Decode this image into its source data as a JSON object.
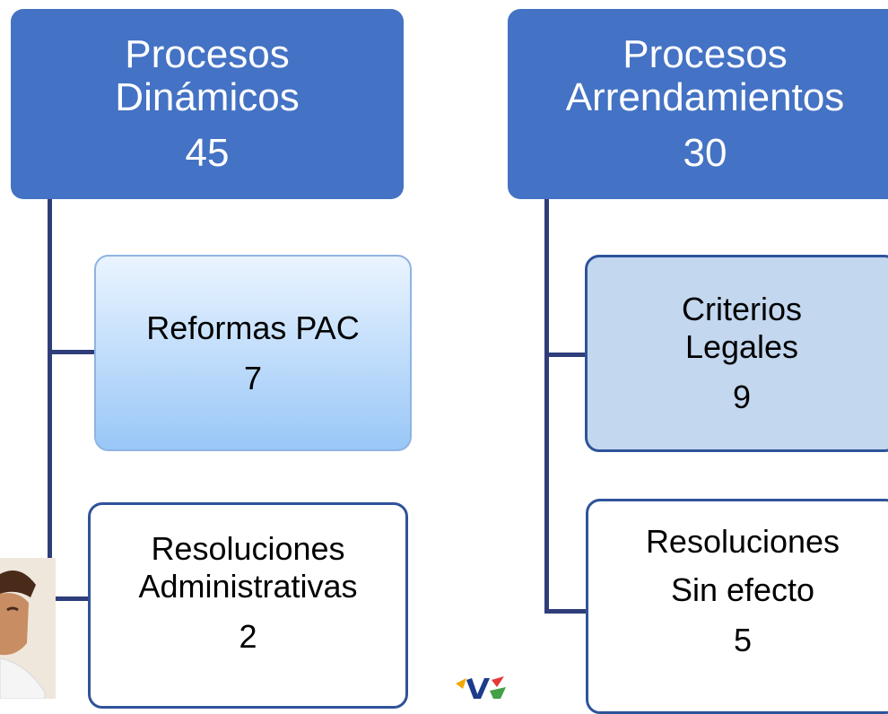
{
  "groups": [
    {
      "title_line1": "Procesos",
      "title_line2": "Dinámicos",
      "count": "45",
      "children": [
        {
          "line1": "Reformas PAC",
          "count": "7"
        },
        {
          "line1": "Resoluciones",
          "line2": "Administrativas",
          "count": "2"
        }
      ]
    },
    {
      "title_line1": "Procesos",
      "title_line2": "Arrendamientos",
      "count": "30",
      "children": [
        {
          "line1": "Criterios",
          "line2": "Legales",
          "count": "9"
        },
        {
          "line1": "Resoluciones",
          "line2": "Sin efecto",
          "count": "5"
        }
      ]
    }
  ],
  "colors": {
    "header_fill": "#4472c4",
    "connector": "#2f3e7a",
    "child_border": "#2f539b",
    "light_fill": "#c3d7ef"
  }
}
